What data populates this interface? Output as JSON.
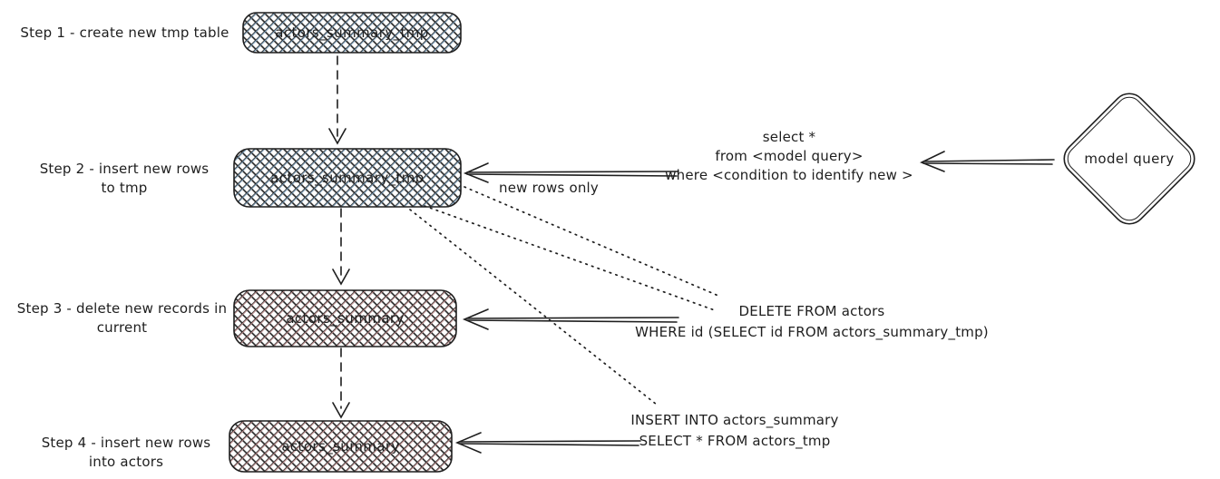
{
  "steps": {
    "step1": "Step 1 - create new tmp table",
    "step2": "Step 2 - insert new rows\nto tmp",
    "step3": "Step 3 - delete new records in\ncurrent",
    "step4": "Step 4 - insert new rows\ninto actors"
  },
  "nodes": {
    "step1_box": "actors_summary_tmp",
    "step2_box": "actors_summary_tmp",
    "step3_box": "actors_summary",
    "step4_box": "actors_summary",
    "diamond": "model query"
  },
  "annotations": {
    "new_rows_only": "new rows only",
    "select_query": "select *\nfrom <model query>\nwhere <condition to identify new >",
    "delete_query": "DELETE FROM actors\nWHERE id (SELECT id FROM actors_summary_tmp)",
    "insert_query": "INSERT INTO actors_summary\nSELECT * FROM actors_tmp"
  },
  "colors": {
    "stroke": "#1e1e1e",
    "blue_hatch": "#8fbfe6",
    "red_hatch": "#eba7a7",
    "background": "#ffffff"
  }
}
